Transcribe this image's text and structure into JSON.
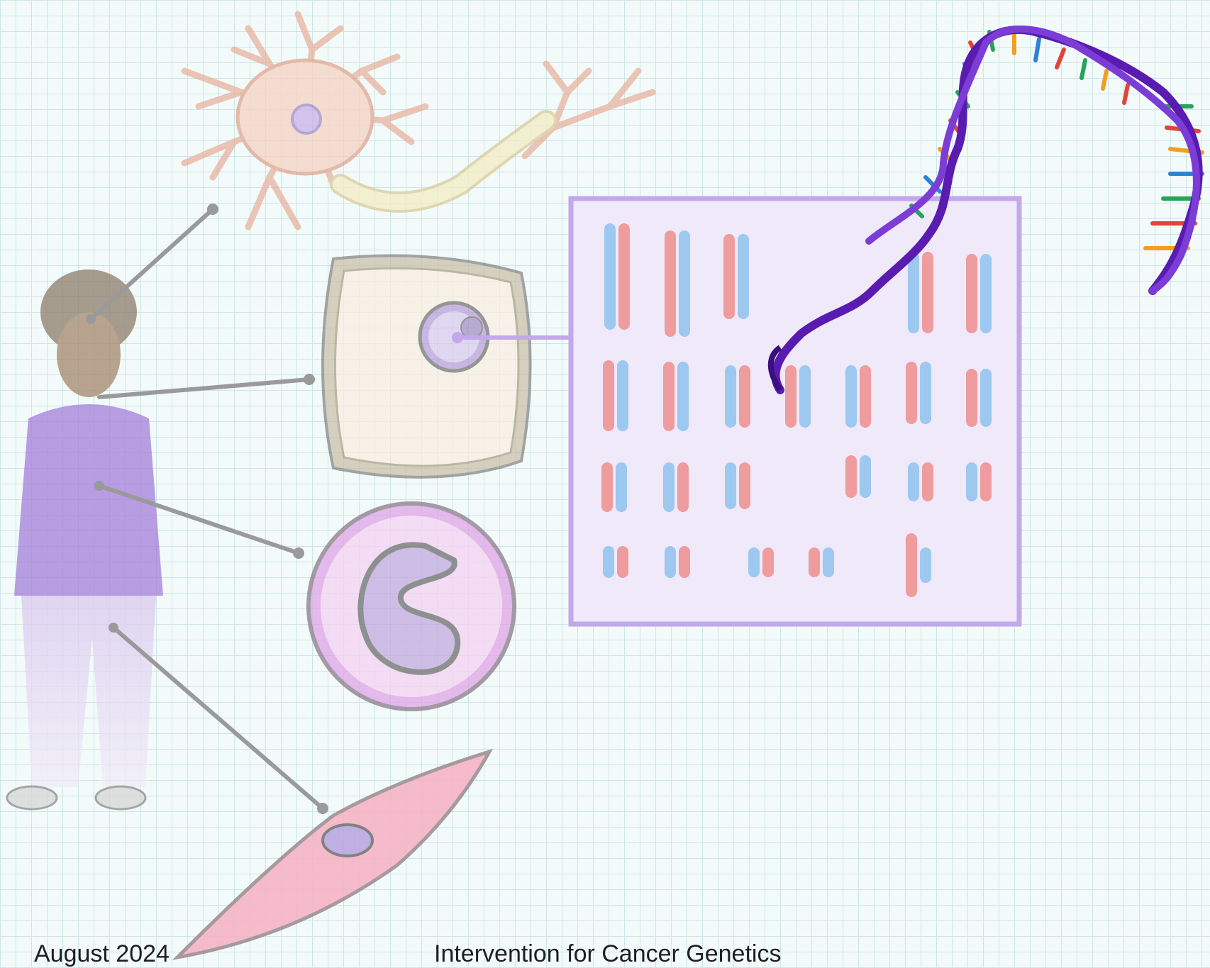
{
  "footer": {
    "date": "August 2024",
    "organization": "Intervention for Cancer Genetics"
  },
  "colors": {
    "grid_line": "#cfe6e6",
    "background": "#f3fafa",
    "connector": "#9a9a9a",
    "karyotype_border": "#b79be6",
    "karyotype_fill": "#efe9f9",
    "chromosome_blue": "#8fc3ee",
    "chromosome_red": "#ee8f8f",
    "dna_backbone": "#5a1bb0"
  },
  "icons": [
    "person-figure",
    "neuron-cell",
    "plant-like-cell",
    "round-cell-with-nucleus",
    "muscle-cell",
    "karyotype-panel",
    "dna-double-helix"
  ]
}
